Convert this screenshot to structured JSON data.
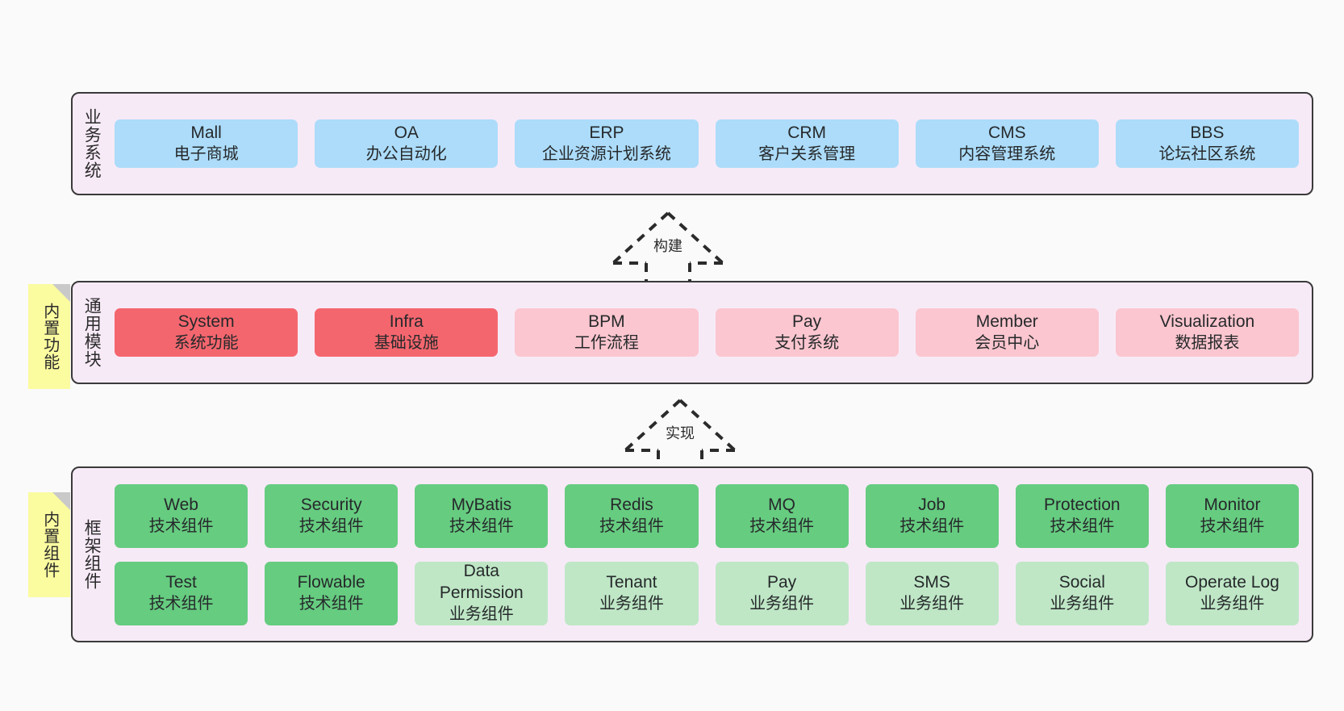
{
  "diagram": {
    "background": "#fafafa",
    "container_bg": "#f7eaf7",
    "container_border": "#3a3a3a"
  },
  "layers": [
    {
      "id": "business",
      "title": "业务系统",
      "rows": [
        [
          {
            "name": "Mall",
            "sub": "电子商城",
            "color": "#acdcfa",
            "style": "c-blue"
          },
          {
            "name": "OA",
            "sub": "办公自动化",
            "color": "#acdcfa",
            "style": "c-blue"
          },
          {
            "name": "ERP",
            "sub": "企业资源计划系统",
            "color": "#acdcfa",
            "style": "c-blue"
          },
          {
            "name": "CRM",
            "sub": "客户关系管理",
            "color": "#acdcfa",
            "style": "c-blue"
          },
          {
            "name": "CMS",
            "sub": "内容管理系统",
            "color": "#acdcfa",
            "style": "c-blue"
          },
          {
            "name": "BBS",
            "sub": "论坛社区系统",
            "color": "#acdcfa",
            "style": "c-blue"
          }
        ]
      ]
    },
    {
      "id": "common-module",
      "title": "通用模块",
      "note": "内置功能",
      "note_color": "#fbfba0",
      "rows": [
        [
          {
            "name": "System",
            "sub": "系统功能",
            "color": "#f4666e",
            "style": "c-red"
          },
          {
            "name": "Infra",
            "sub": "基础设施",
            "color": "#f4666e",
            "style": "c-red"
          },
          {
            "name": "BPM",
            "sub": "工作流程",
            "color": "#fbc6cf",
            "style": "c-pink"
          },
          {
            "name": "Pay",
            "sub": "支付系统",
            "color": "#fbc6cf",
            "style": "c-pink"
          },
          {
            "name": "Member",
            "sub": "会员中心",
            "color": "#fbc6cf",
            "style": "c-pink"
          },
          {
            "name": "Visualization",
            "sub": "数据报表",
            "color": "#fbc6cf",
            "style": "c-pink"
          }
        ]
      ]
    },
    {
      "id": "framework-component",
      "title": "框架组件",
      "note": "内置组件",
      "note_color": "#fbfba0",
      "rows": [
        [
          {
            "name": "Web",
            "sub": "技术组件",
            "color": "#66cc80",
            "style": "c-green"
          },
          {
            "name": "Security",
            "sub": "技术组件",
            "color": "#66cc80",
            "style": "c-green"
          },
          {
            "name": "MyBatis",
            "sub": "技术组件",
            "color": "#66cc80",
            "style": "c-green"
          },
          {
            "name": "Redis",
            "sub": "技术组件",
            "color": "#66cc80",
            "style": "c-green"
          },
          {
            "name": "MQ",
            "sub": "技术组件",
            "color": "#66cc80",
            "style": "c-green"
          },
          {
            "name": "Job",
            "sub": "技术组件",
            "color": "#66cc80",
            "style": "c-green"
          },
          {
            "name": "Protection",
            "sub": "技术组件",
            "color": "#66cc80",
            "style": "c-green"
          },
          {
            "name": "Monitor",
            "sub": "技术组件",
            "color": "#66cc80",
            "style": "c-green"
          }
        ],
        [
          {
            "name": "Test",
            "sub": "技术组件",
            "color": "#66cc80",
            "style": "c-green"
          },
          {
            "name": "Flowable",
            "sub": "技术组件",
            "color": "#66cc80",
            "style": "c-green"
          },
          {
            "name": "Data Permission",
            "sub": "业务组件",
            "color": "#bfe7c6",
            "style": "c-lightgreen"
          },
          {
            "name": "Tenant",
            "sub": "业务组件",
            "color": "#bfe7c6",
            "style": "c-lightgreen"
          },
          {
            "name": "Pay",
            "sub": "业务组件",
            "color": "#bfe7c6",
            "style": "c-lightgreen"
          },
          {
            "name": "SMS",
            "sub": "业务组件",
            "color": "#bfe7c6",
            "style": "c-lightgreen"
          },
          {
            "name": "Social",
            "sub": "业务组件",
            "color": "#bfe7c6",
            "style": "c-lightgreen"
          },
          {
            "name": "Operate Log",
            "sub": "业务组件",
            "color": "#bfe7c6",
            "style": "c-lightgreen"
          }
        ]
      ]
    }
  ],
  "connectors": [
    {
      "id": "build",
      "label": "构建",
      "from": "common-module",
      "to": "business",
      "style": "dashed-generalization"
    },
    {
      "id": "implement",
      "label": "实现",
      "from": "framework-component",
      "to": "common-module",
      "style": "dashed-generalization"
    }
  ]
}
